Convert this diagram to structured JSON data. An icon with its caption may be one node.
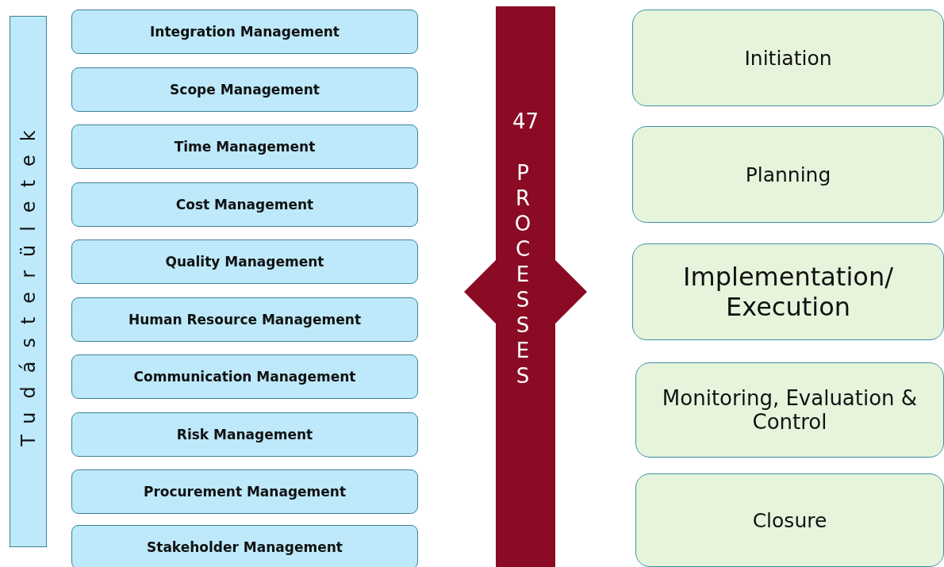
{
  "diagram": {
    "nodes": [
      {
        "text": [
          "Tudásterületek"
        ]
      },
      {
        "text": [
          "Integration Management"
        ]
      },
      {
        "text": [
          "Scope Management"
        ]
      },
      {
        "text": [
          "Time Management"
        ]
      },
      {
        "text": [
          "Cost Management"
        ]
      },
      {
        "text": [
          "Quality Management"
        ]
      },
      {
        "text": [
          "Human Resource Management"
        ]
      },
      {
        "text": [
          "Communication Management"
        ]
      },
      {
        "text": [
          "Risk Management"
        ]
      },
      {
        "text": [
          "Procurement Management"
        ]
      },
      {
        "text": [
          "Stakeholder Management"
        ]
      },
      {
        "text": [
          "47",
          "PROCESSES"
        ]
      },
      {
        "text": [
          "Initiation"
        ]
      },
      {
        "text": [
          "Planning"
        ]
      },
      {
        "text": [
          "Implementation/ Execution"
        ]
      },
      {
        "text": [
          "Monitoring, Evaluation & Control"
        ]
      },
      {
        "text": [
          "Closure"
        ]
      }
    ]
  }
}
